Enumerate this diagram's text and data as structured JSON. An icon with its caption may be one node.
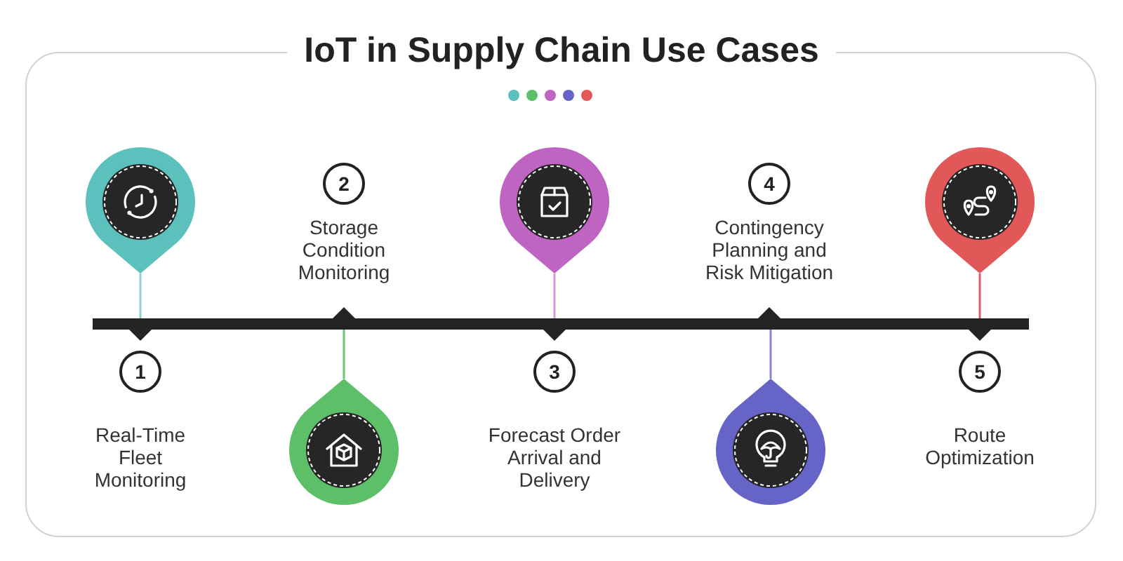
{
  "diagram": {
    "title": "IoT in Supply Chain Use Cases",
    "nodes": [
      {
        "text": [],
        "shape": "bar"
      },
      {
        "text": [],
        "shape": "pin"
      },
      {
        "text": [
          "1"
        ],
        "beside": [
          "Real-Time Fleet Monitoring"
        ]
      },
      {
        "text": [],
        "shape": "pin"
      },
      {
        "text": [
          "2"
        ],
        "beside": [
          "Storage Condition Monitoring"
        ]
      },
      {
        "text": [],
        "shape": "pin"
      },
      {
        "text": [
          "3"
        ],
        "beside": [
          "Forecast Order Arrival and Delivery"
        ]
      },
      {
        "text": [],
        "shape": "pin"
      },
      {
        "text": [
          "4"
        ],
        "beside": [
          "Contingency Planning and Risk Mitigation"
        ]
      },
      {
        "text": [],
        "shape": "pin"
      },
      {
        "text": [
          "5"
        ],
        "beside": [
          "Route Optimization"
        ]
      }
    ],
    "edges": [
      {
        "from": 1,
        "to": 0,
        "arrow": "none",
        "color": "#8ed2cb"
      },
      {
        "from": 3,
        "to": 0,
        "arrow": "none",
        "color": "#6cc47a"
      },
      {
        "from": 5,
        "to": 0,
        "arrow": "none",
        "color": "#d39ad6"
      },
      {
        "from": 7,
        "to": 0,
        "arrow": "none",
        "color": "#8887d6"
      },
      {
        "from": 9,
        "to": 0,
        "arrow": "none",
        "color": "#dc5a5f"
      }
    ]
  }
}
